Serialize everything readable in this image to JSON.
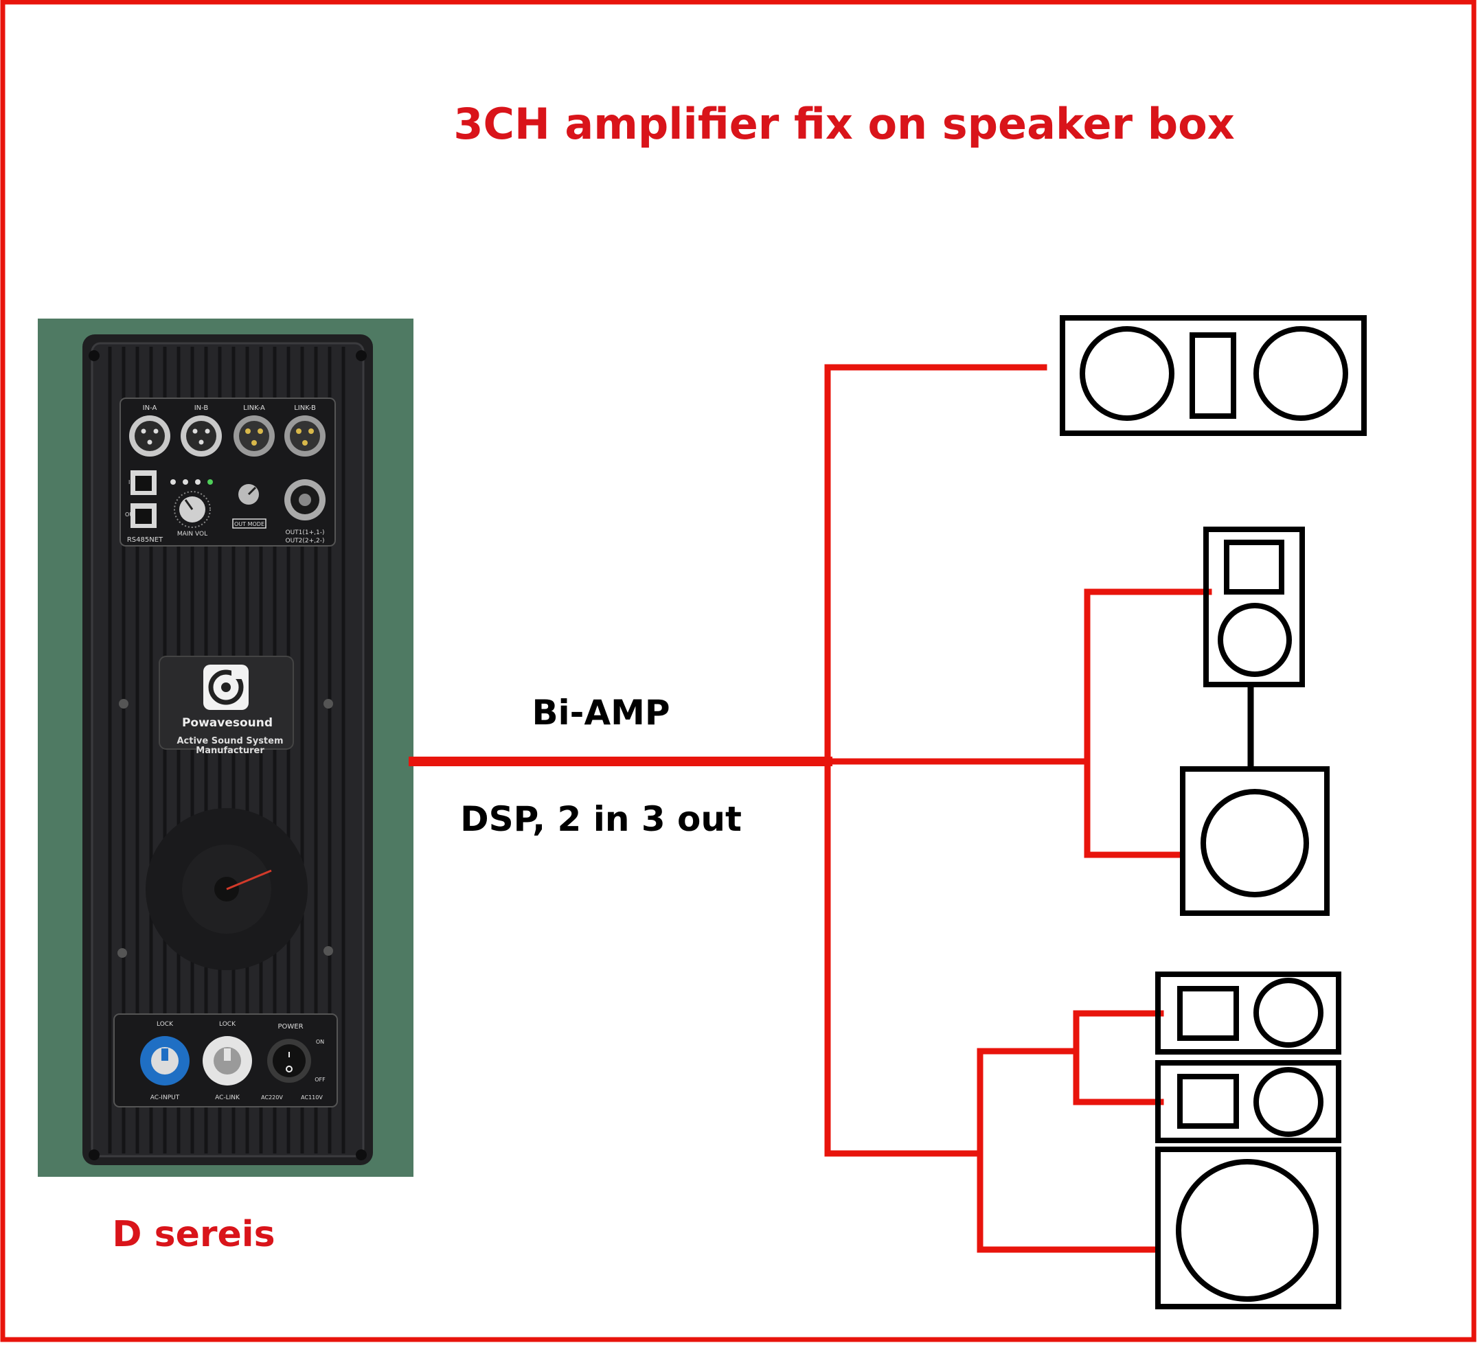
{
  "title": "3CH amplifier fix on speaker box",
  "labels": {
    "bi_amp": "Bi-AMP",
    "dsp": "DSP, 2 in 3 out",
    "series": "D sereis"
  },
  "amplifier": {
    "inputs": [
      "IN-A",
      "IN-B",
      "LINK-A",
      "LINK-B"
    ],
    "rs485": "RS485NET",
    "rs485_in": "IN",
    "rs485_out": "OUT",
    "main_vol": "MAIN VOL",
    "out_mode": "OUT MODE",
    "speakon_label_1": "OUT1(1+,1-)",
    "speakon_label_2": "OUT2(2+,2-)",
    "brand": "Powavesound",
    "tagline_1": "Active Sound System",
    "tagline_2": "Manufacturer",
    "lock_1": "LOCK",
    "lock_2": "LOCK",
    "power": "POWER",
    "on": "ON",
    "off": "OFF",
    "ac_input": "AC-INPUT",
    "ac_link": "AC-LINK",
    "ac220": "AC220V",
    "ac110": "AC110V"
  },
  "colors": {
    "frame": "#e8140c",
    "wire": "#e8140c",
    "title": "#d9141a",
    "panel_bg": "#4f7a63",
    "chassis": "#1f1f21"
  }
}
